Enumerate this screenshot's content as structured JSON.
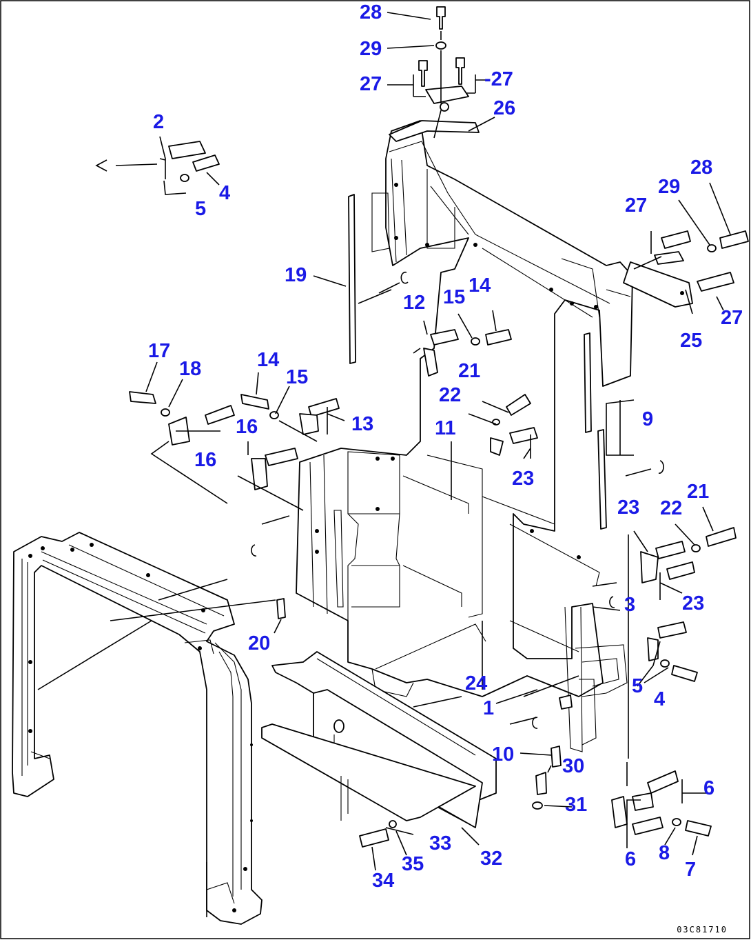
{
  "drawing_code": "03C81710",
  "labels": {
    "l28a": "28",
    "l29a": "29",
    "l27a": "27",
    "l27b": "-27",
    "l26": "26",
    "l2": "2",
    "l4a": "4",
    "l5a": "5",
    "l19": "19",
    "l12": "12",
    "l15a": "15",
    "l14a": "14",
    "l28b": "28",
    "l29b": "29",
    "l27c": "27",
    "l27d": "27",
    "l25": "25",
    "l17": "17",
    "l18": "18",
    "l14b": "14",
    "l15b": "15",
    "l13": "13",
    "l16a": "16",
    "l16b": "16",
    "l11": "11",
    "l21a": "21",
    "l22a": "22",
    "l23a": "23",
    "l9": "9",
    "l20": "20",
    "l23b": "23",
    "l22b": "22",
    "l21b": "21",
    "l23c": "23",
    "l3": "3",
    "l5b": "5",
    "l4b": "4",
    "l24": "24",
    "l1": "1",
    "l10": "10",
    "l30": "30",
    "l31": "31",
    "l6a": "6",
    "l6b": "6",
    "l8": "8",
    "l7": "7",
    "l33": "33",
    "l32": "32",
    "l34": "34",
    "l35": "35"
  }
}
